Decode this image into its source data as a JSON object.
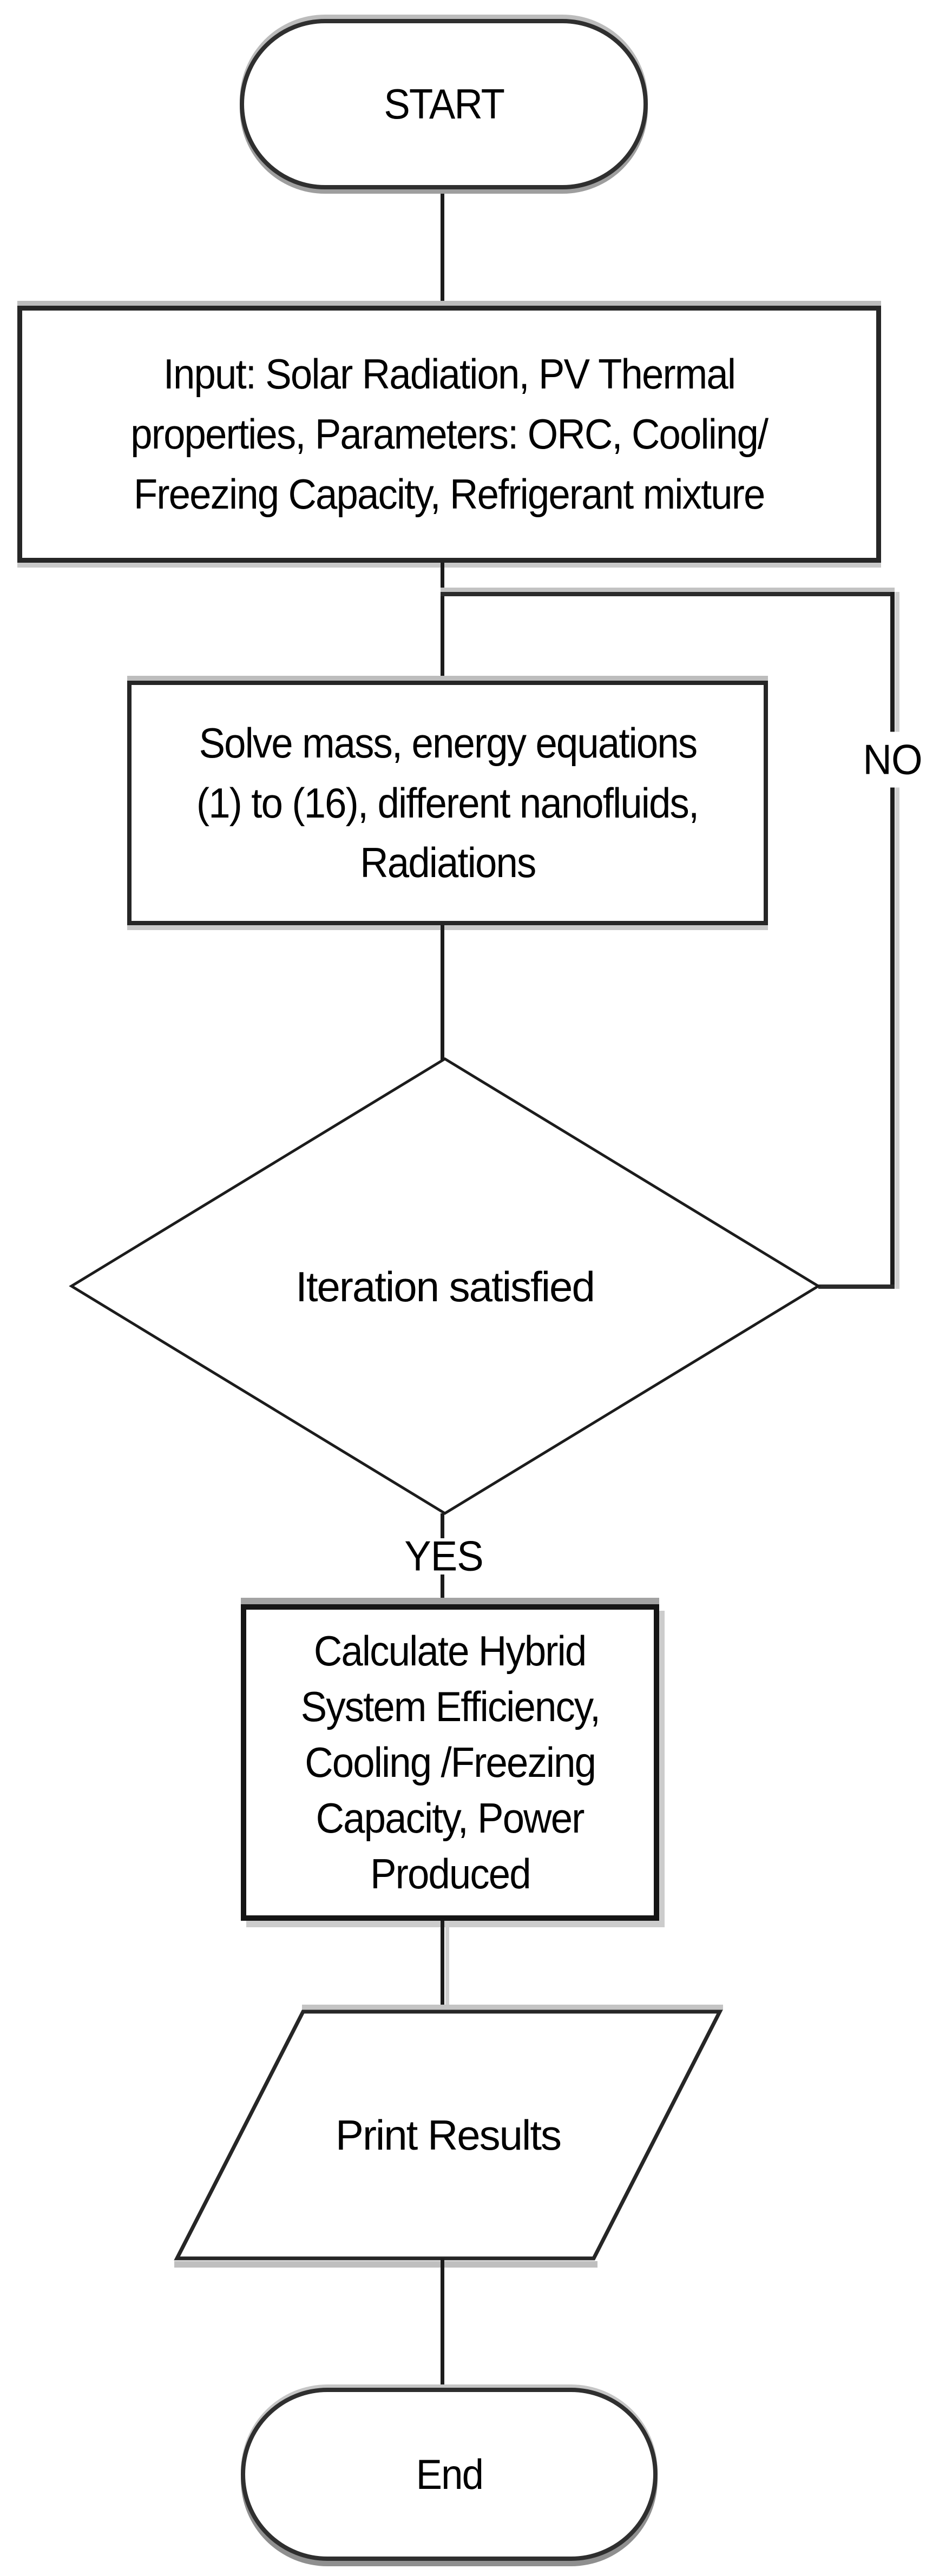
{
  "diagram": {
    "title_hint": "Simulation flowchart",
    "nodes": {
      "start": {
        "label": "START"
      },
      "input": {
        "lines": [
          "Input: Solar Radiation,  PV Thermal",
          "properties, Parameters: ORC, Cooling/",
          "Freezing Capacity, Refrigerant mixture"
        ]
      },
      "solve": {
        "lines": [
          "Solve mass, energy equations",
          "(1) to (16), different nanofluids,",
          "Radiations"
        ]
      },
      "decision": {
        "label": "Iteration satisfied"
      },
      "branch": {
        "yes": "YES",
        "no": "NO"
      },
      "calculate": {
        "lines": [
          "Calculate Hybrid",
          "System Efficiency,",
          "Cooling /Freezing",
          "Capacity, Power",
          "Produced"
        ]
      },
      "print": {
        "label": "Print Results"
      },
      "end": {
        "label": "End"
      }
    },
    "colors": {
      "line": "#1c1c1c",
      "border": "#262626",
      "shadow": "#bdbdbd",
      "text": "#000000",
      "canvas": "#ffffff"
    }
  }
}
